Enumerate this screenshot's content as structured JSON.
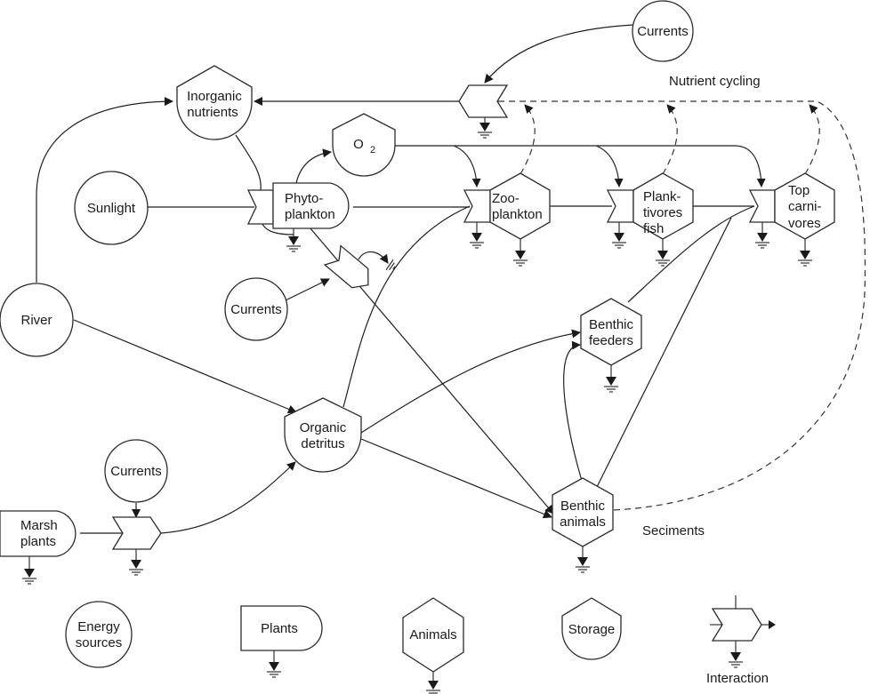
{
  "diagram": {
    "type": "energy-systems-flow-diagram",
    "nodes": {
      "currents_top": {
        "label": [
          "Currents"
        ],
        "kind": "energy-source"
      },
      "inorganic_nutrients": {
        "label": [
          "Inorganic",
          "nutrients"
        ],
        "kind": "storage"
      },
      "o2": {
        "label": [
          "O",
          "2"
        ],
        "kind": "storage"
      },
      "sunlight": {
        "label": [
          "Sunlight"
        ],
        "kind": "energy-source"
      },
      "phytoplankton": {
        "label": [
          "Phyto-",
          "plankton"
        ],
        "kind": "plants"
      },
      "zooplankton": {
        "label": [
          "Zoo-",
          "plankton"
        ],
        "kind": "animals"
      },
      "planktivores_fish": {
        "label": [
          "Plank-",
          "tivores",
          "fish"
        ],
        "kind": "animals"
      },
      "top_carnivores": {
        "label": [
          "Top",
          "carni-",
          "vores"
        ],
        "kind": "animals"
      },
      "river": {
        "label": [
          "River"
        ],
        "kind": "energy-source"
      },
      "currents_mid": {
        "label": [
          "Currents"
        ],
        "kind": "energy-source"
      },
      "benthic_feeders": {
        "label": [
          "Benthic",
          "feeders"
        ],
        "kind": "animals"
      },
      "organic_detritus": {
        "label": [
          "Organic",
          "detritus"
        ],
        "kind": "storage"
      },
      "currents_bottom": {
        "label": [
          "Currents"
        ],
        "kind": "energy-source"
      },
      "marsh_plants": {
        "label": [
          "Marsh",
          "plants"
        ],
        "kind": "plants"
      },
      "benthic_animals": {
        "label": [
          "Benthic",
          "animals"
        ],
        "kind": "animals"
      }
    },
    "annotations": {
      "nutrient_cycling": "Nutrient cycling",
      "sediments": "Seciments"
    },
    "edges": [
      {
        "from": "currents_top",
        "to": "nutrient-interaction"
      },
      {
        "from": "nutrient-interaction",
        "to": "inorganic_nutrients"
      },
      {
        "from": "river",
        "to": "inorganic_nutrients"
      },
      {
        "from": "inorganic_nutrients",
        "to": "phytoplankton-interaction"
      },
      {
        "from": "sunlight",
        "to": "phytoplankton-interaction"
      },
      {
        "from": "phytoplankton",
        "to": "o2"
      },
      {
        "from": "o2",
        "to": "zooplankton-interaction"
      },
      {
        "from": "o2",
        "to": "planktivores-interaction"
      },
      {
        "from": "o2",
        "to": "topcarnivores-interaction"
      },
      {
        "from": "phytoplankton",
        "to": "zooplankton-interaction"
      },
      {
        "from": "zooplankton",
        "to": "planktivores-interaction"
      },
      {
        "from": "planktivores_fish",
        "to": "topcarnivores-interaction"
      },
      {
        "from": "currents_mid",
        "to": "export-interaction"
      },
      {
        "from": "phytoplankton",
        "to": "benthic_animals"
      },
      {
        "from": "river",
        "to": "organic_detritus"
      },
      {
        "from": "organic_detritus",
        "to": "zooplankton-interaction"
      },
      {
        "from": "organic_detritus",
        "to": "benthic_feeders"
      },
      {
        "from": "organic_detritus",
        "to": "benthic_animals"
      },
      {
        "from": "benthic_animals",
        "to": "benthic_feeders"
      },
      {
        "from": "benthic_feeders",
        "to": "topcarnivores-interaction"
      },
      {
        "from": "benthic_animals",
        "to": "topcarnivores-interaction"
      },
      {
        "from": "marsh_plants",
        "to": "marsh-interaction"
      },
      {
        "from": "currents_bottom",
        "to": "marsh-interaction"
      },
      {
        "from": "marsh-interaction",
        "to": "organic_detritus"
      },
      {
        "from": "zooplankton",
        "to": "nutrient-cycling",
        "style": "dashed"
      },
      {
        "from": "planktivores_fish",
        "to": "nutrient-cycling",
        "style": "dashed"
      },
      {
        "from": "top_carnivores",
        "to": "nutrient-cycling",
        "style": "dashed"
      },
      {
        "from": "benthic_animals",
        "to": "nutrient-cycling",
        "style": "dashed"
      }
    ]
  },
  "legend": {
    "energy_sources": [
      "Energy",
      "sources"
    ],
    "plants": "Plants",
    "animals": "Animals",
    "storage": "Storage",
    "interaction": "Interaction"
  }
}
